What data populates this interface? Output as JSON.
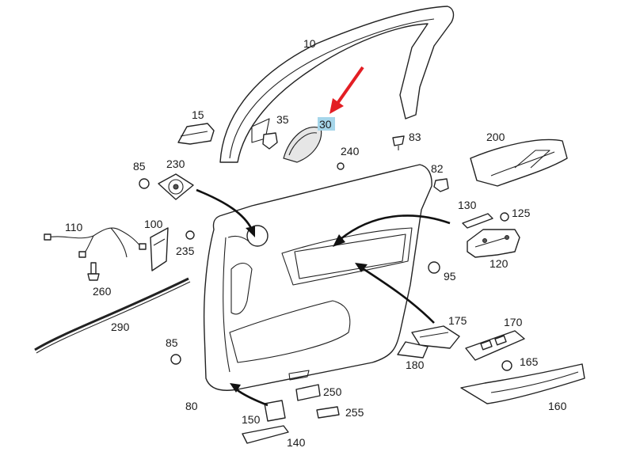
{
  "highlight_color": "#a6d6ea",
  "pointer_color": "#e31e24",
  "highlighted_part": "30",
  "labels": {
    "p10": "10",
    "p15": "15",
    "p30": "30",
    "p35": "35",
    "p83": "83",
    "p200": "200",
    "p240": "240",
    "p82": "82",
    "p85a": "85",
    "p230": "230",
    "p130": "130",
    "p125": "125",
    "p110": "110",
    "p100": "100",
    "p235": "235",
    "p120": "120",
    "p95": "95",
    "p260": "260",
    "p290": "290",
    "p175": "175",
    "p170": "170",
    "p85b": "85",
    "p180": "180",
    "p165": "165",
    "p250": "250",
    "p80": "80",
    "p255": "255",
    "p160": "160",
    "p150": "150",
    "p140": "140"
  }
}
